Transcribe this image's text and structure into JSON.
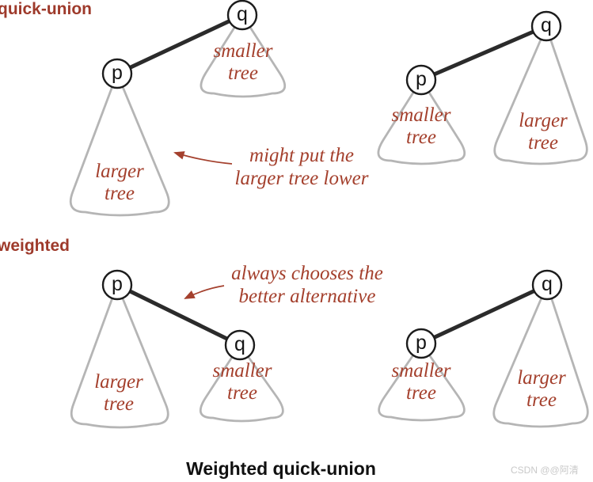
{
  "figure": {
    "heading_quick_union": "quick-union",
    "heading_weighted": "weighted",
    "caption": "Weighted quick-union",
    "watermark": "CSDN @@阿清",
    "annotation_quick_union": "might put the\nlarger tree lower",
    "annotation_weighted": "always chooses the\nbetter alternative"
  },
  "diagrams": [
    {
      "name": "quick-union-left",
      "nodes": [
        {
          "label": "p",
          "tree": "larger tree"
        },
        {
          "label": "q",
          "tree": "smaller tree"
        }
      ]
    },
    {
      "name": "quick-union-right",
      "nodes": [
        {
          "label": "p",
          "tree": "smaller tree"
        },
        {
          "label": "q",
          "tree": "larger tree"
        }
      ]
    },
    {
      "name": "weighted-left",
      "nodes": [
        {
          "label": "p",
          "tree": "larger tree"
        },
        {
          "label": "q",
          "tree": "smaller tree"
        }
      ]
    },
    {
      "name": "weighted-right",
      "nodes": [
        {
          "label": "p",
          "tree": "smaller tree"
        },
        {
          "label": "q",
          "tree": "larger tree"
        }
      ]
    }
  ],
  "colors": {
    "accent_red": "#a4402d",
    "heading_red": "#9e3a2b",
    "tree_outline_gray": "#b5b5b5",
    "edge_black": "#2b2b2b",
    "watermark_gray": "#c9c9c9"
  }
}
